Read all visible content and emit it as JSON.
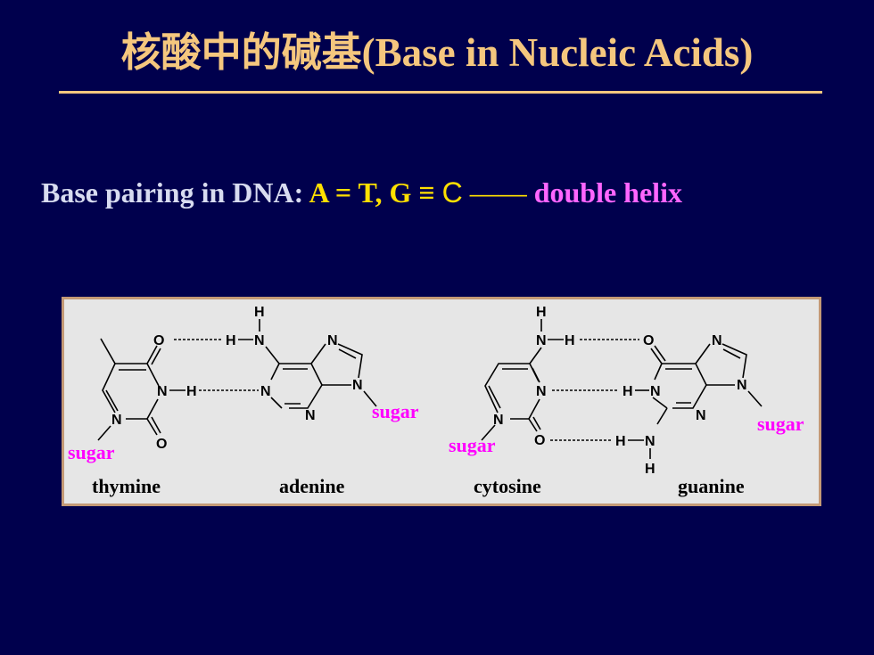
{
  "title": {
    "zh": "核酸中的碱基",
    "en": "(Base in Nucleic Acids)"
  },
  "subtitle": {
    "lead": "Base pairing in DNA: ",
    "pair": "A = T, G ≡ ",
    "c": "C",
    "dash": " —— ",
    "helix": "double helix"
  },
  "atoms": {
    "O": "O",
    "N": "N",
    "H": "H"
  },
  "labels": {
    "sugar": "sugar",
    "thymine": "thymine",
    "adenine": "adenine",
    "cytosine": "cytosine",
    "guanine": "guanine"
  },
  "colors": {
    "background": "#00004d",
    "title": "#f5c77e",
    "highlight": "#ffe000",
    "magenta": "#ff66ff",
    "panel": "#e6e6e6"
  }
}
